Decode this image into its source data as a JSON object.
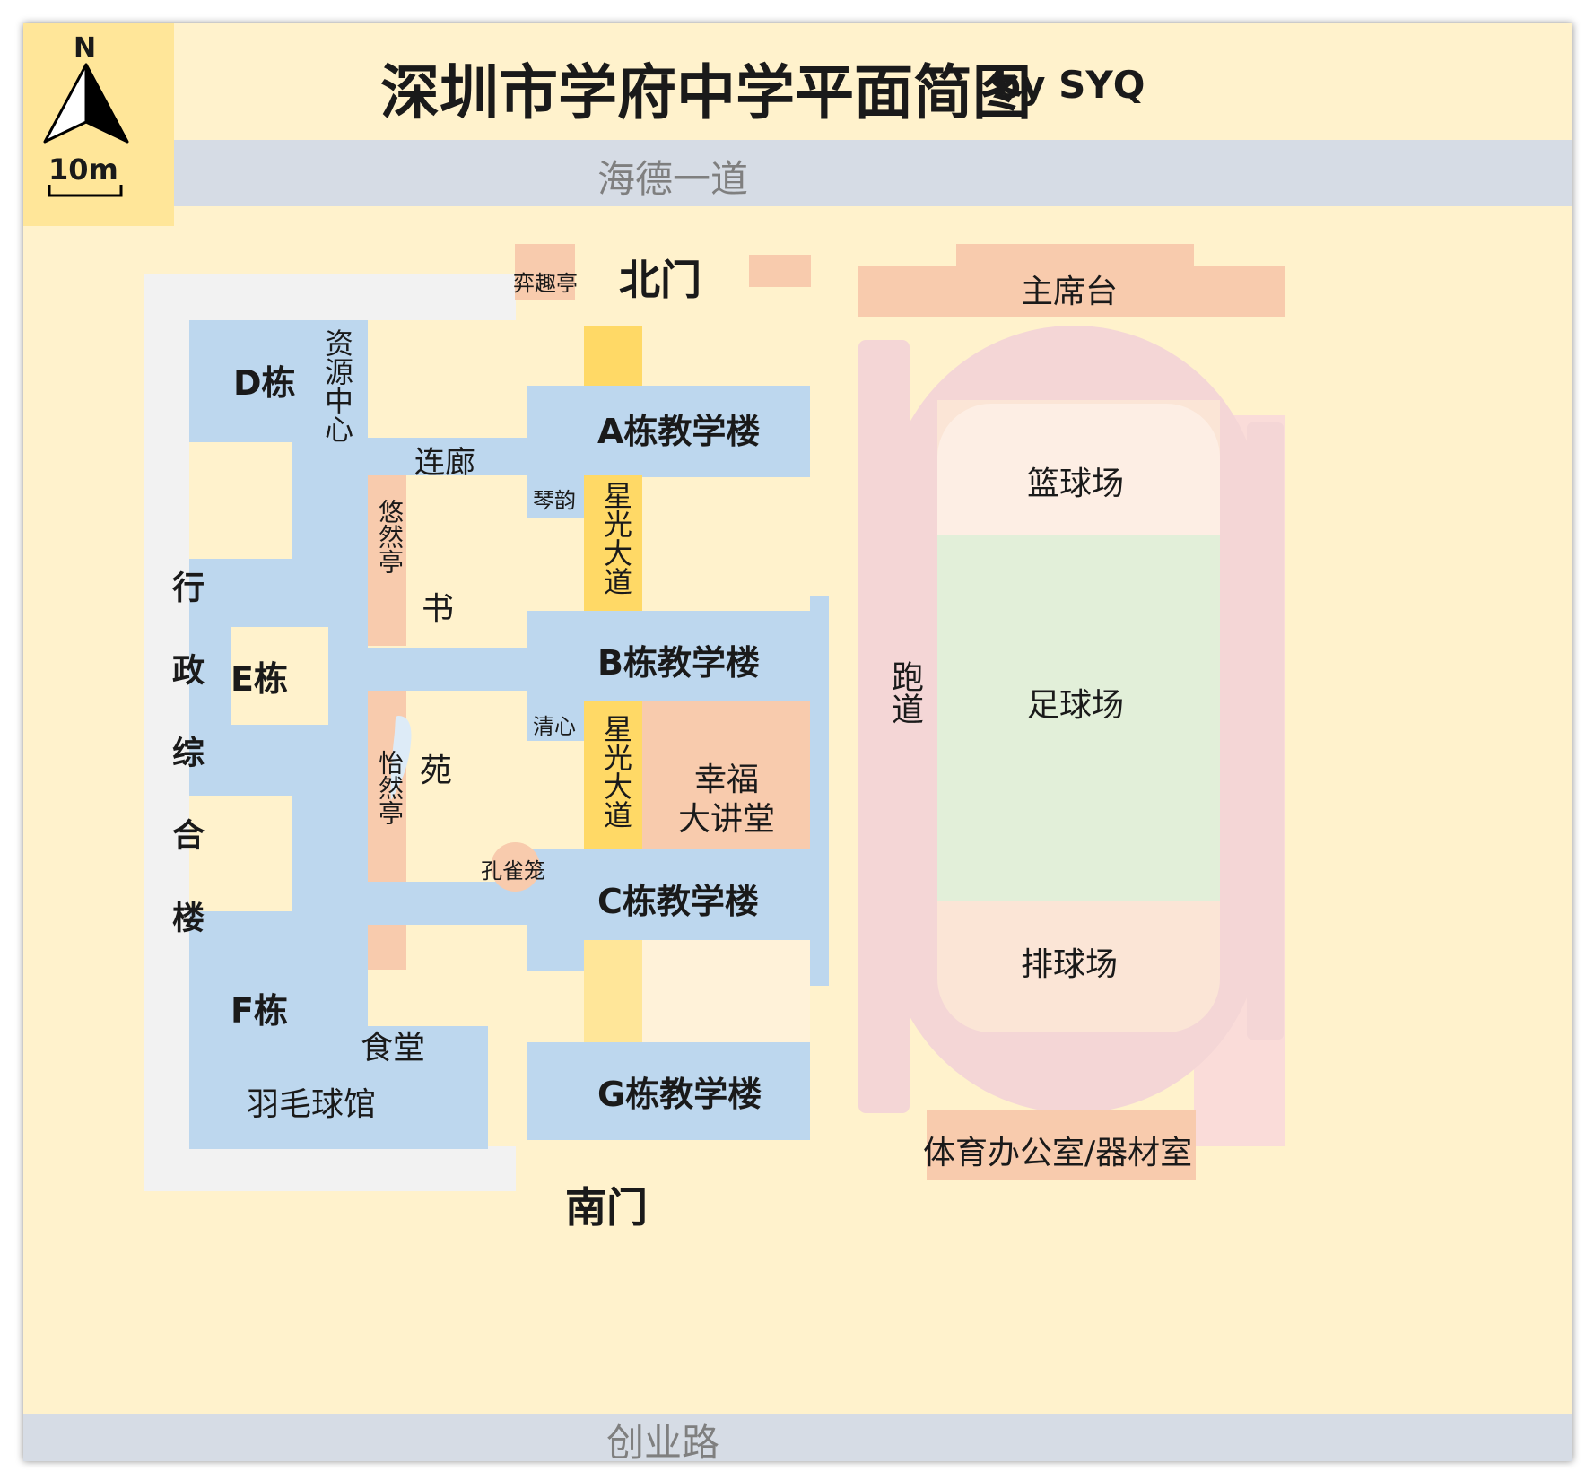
{
  "title": "深圳市学府中学平面简图",
  "author": "by SYQ",
  "compass": {
    "north": "N",
    "scale": "10m"
  },
  "roads": {
    "north": "海德一道",
    "south": "创业路"
  },
  "gates": {
    "north": "北门",
    "south": "南门"
  },
  "buildings": {
    "a": "A栋教学楼",
    "b": "B栋教学楼",
    "c": "C栋教学楼",
    "g": "G栋教学楼",
    "d": "D栋",
    "e": "E栋",
    "f": "F栋",
    "admin": "行政综合楼",
    "resource": "资源中心",
    "corridor": "连廊",
    "canteen": "食堂",
    "badminton": "羽毛球馆",
    "lecture_line1": "幸福",
    "lecture_line2": "大讲堂"
  },
  "pavilions": {
    "yiqu": "弈趣亭",
    "youran": "悠然亭",
    "yiran": "怡然亭",
    "qinyun": "琴韵",
    "qingxin": "清心",
    "peacock": "孔雀笼"
  },
  "garden": {
    "char1": "书",
    "char2": "苑"
  },
  "avenue": "星光大道",
  "sports": {
    "stand": "主席台",
    "track": "跑道",
    "basketball": "篮球场",
    "football": "足球场",
    "volleyball": "排球场",
    "office": "体育办公室/器材室"
  },
  "colors": {
    "background": "#fff2cc",
    "building": "#bdd7ee",
    "corridor": "#f2f2f2",
    "pavilion": "#f8cbad",
    "avenue": "#ffd966",
    "road": "#d6dce5",
    "track": "#f4d6d6",
    "football": "#e2efd9"
  },
  "icons": {
    "compass": "north-arrow-icon",
    "scale": "scale-bar-icon"
  }
}
